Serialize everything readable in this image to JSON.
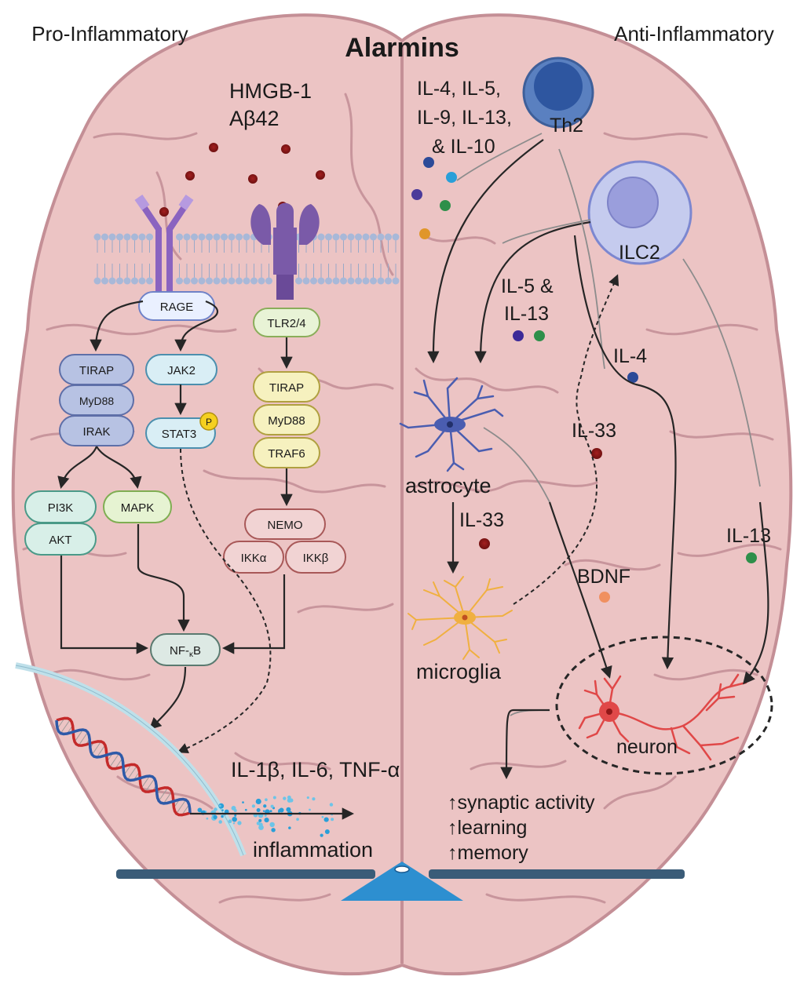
{
  "header": {
    "left": "Pro-Inflammatory",
    "center": "Alarmins",
    "right": "Anti-Inflammatory"
  },
  "left": {
    "ligands": [
      "HMGB-1",
      "Aβ42"
    ],
    "receptors": {
      "rage": "RAGE",
      "tlr": "TLR2/4"
    },
    "rage_path1": [
      "TIRAP",
      "MyD88",
      "IRAK"
    ],
    "rage_path2": {
      "jak": "JAK2",
      "stat": "STAT3",
      "phospho": "P"
    },
    "tlr_path": [
      "TIRAP",
      "MyD88",
      "TRAF6"
    ],
    "ikk": {
      "nemo": "NEMO",
      "alpha": "IKKα",
      "beta": "IKKβ"
    },
    "pi3k": "PI3K",
    "akt": "AKT",
    "mapk": "MAPK",
    "nfkb": {
      "main": "NF-",
      "sub": "κ",
      "end": "B"
    },
    "cytokines": "IL-1β, IL-6, TNF-α",
    "outcome": "inflammation"
  },
  "right": {
    "th2": "Th2",
    "ilc2": "ILC2",
    "th2_cytokines": [
      "IL-4, IL-5,",
      "IL-9, IL-13,",
      "& IL-10"
    ],
    "ilc2_cytokines": [
      "IL-5 &",
      "IL-13"
    ],
    "il4": "IL-4",
    "il33_upper": "IL-33",
    "il33_lower": "IL-33",
    "il13": "IL-13",
    "bdnf": "BDNF",
    "astrocyte": "astrocyte",
    "microglia": "microglia",
    "neuron": "neuron",
    "outcomes": [
      "↑synaptic activity",
      "↑learning",
      "↑memory"
    ]
  },
  "colors": {
    "brain_fill": "#ecc4c4",
    "brain_stroke": "#c48f96",
    "alarmin_red": "#a32020",
    "th2_blue": "#4e72b0",
    "ilc2_lavender": "#b7bfe8",
    "astrocyte_blue": "#4a5db0",
    "microglia_orange": "#f0b040",
    "neuron_red": "#e04848",
    "dna_red": "#c42a2a",
    "dna_blue": "#2e5aa8"
  }
}
